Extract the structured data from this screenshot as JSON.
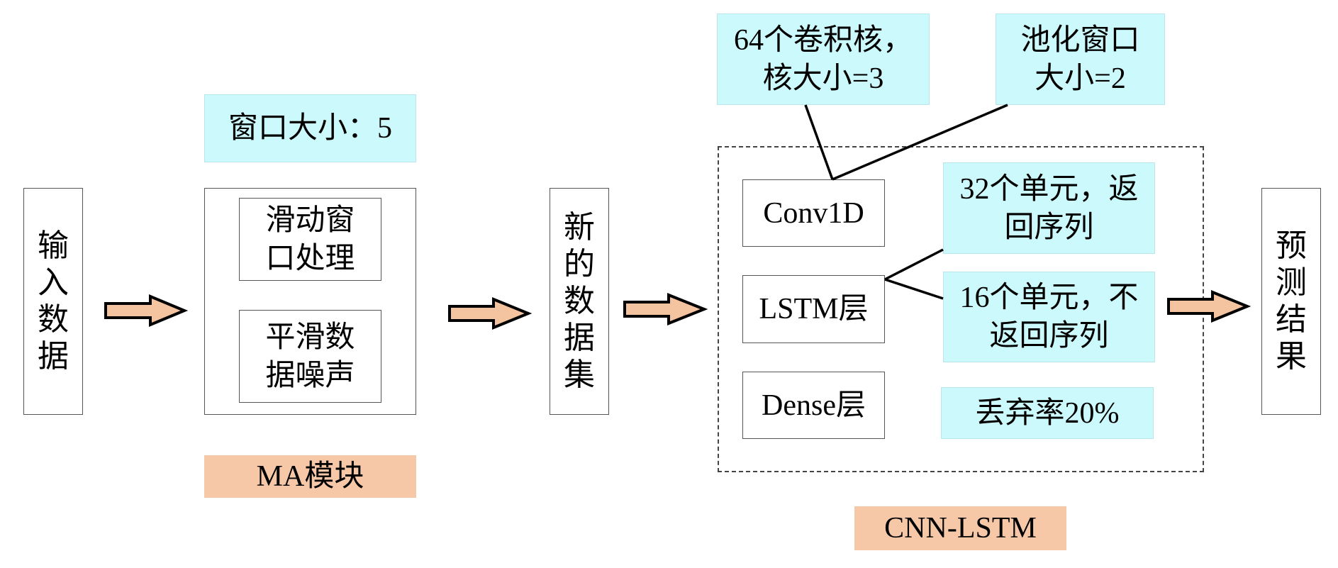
{
  "nodes": {
    "input": {
      "label": "输入数据",
      "chars": [
        "输",
        "入",
        "数",
        "据"
      ]
    },
    "window_size": {
      "label": "窗口大小：5"
    },
    "sliding_window": {
      "label_line1": "滑动窗",
      "label_line2": "口处理"
    },
    "smooth_noise": {
      "label_line1": "平滑数",
      "label_line2": "据噪声"
    },
    "ma_module": {
      "label": "MA模块"
    },
    "new_dataset": {
      "label": "新的数据集",
      "chars": [
        "新",
        "的",
        "数",
        "据",
        "集"
      ]
    },
    "conv_params": {
      "label_line1": "64个卷积核，",
      "label_line2": "核大小=3"
    },
    "pool_params": {
      "label_line1": "池化窗口",
      "label_line2": "大小=2"
    },
    "conv1d": {
      "label": "Conv1D"
    },
    "lstm": {
      "label": "LSTM层"
    },
    "dense": {
      "label": "Dense层"
    },
    "lstm_32": {
      "label_line1": "32个单元，返",
      "label_line2": "回序列"
    },
    "lstm_16": {
      "label_line1": "16个单元，不",
      "label_line2": "返回序列"
    },
    "dropout": {
      "label": "丢弃率20%"
    },
    "cnn_lstm": {
      "label": "CNN-LSTM"
    },
    "result": {
      "label": "预测结果",
      "chars": [
        "预",
        "测",
        "结",
        "果"
      ]
    }
  },
  "edges": [
    {
      "from": "input",
      "to": "ma_module",
      "type": "block-arrow"
    },
    {
      "from": "ma_module",
      "to": "new_dataset",
      "type": "block-arrow"
    },
    {
      "from": "new_dataset",
      "to": "cnn_lstm",
      "type": "block-arrow"
    },
    {
      "from": "cnn_lstm",
      "to": "result",
      "type": "block-arrow"
    },
    {
      "from": "conv_params",
      "to": "conv1d",
      "type": "line"
    },
    {
      "from": "pool_params",
      "to": "conv1d",
      "type": "line"
    },
    {
      "from": "lstm",
      "to": "lstm_32",
      "type": "line"
    },
    {
      "from": "lstm",
      "to": "lstm_16",
      "type": "line"
    }
  ],
  "colors": {
    "annotation_fill": "#ccf9fc",
    "module_label_fill": "#f6c8a8",
    "arrow_fill": "#f4c3a0"
  }
}
